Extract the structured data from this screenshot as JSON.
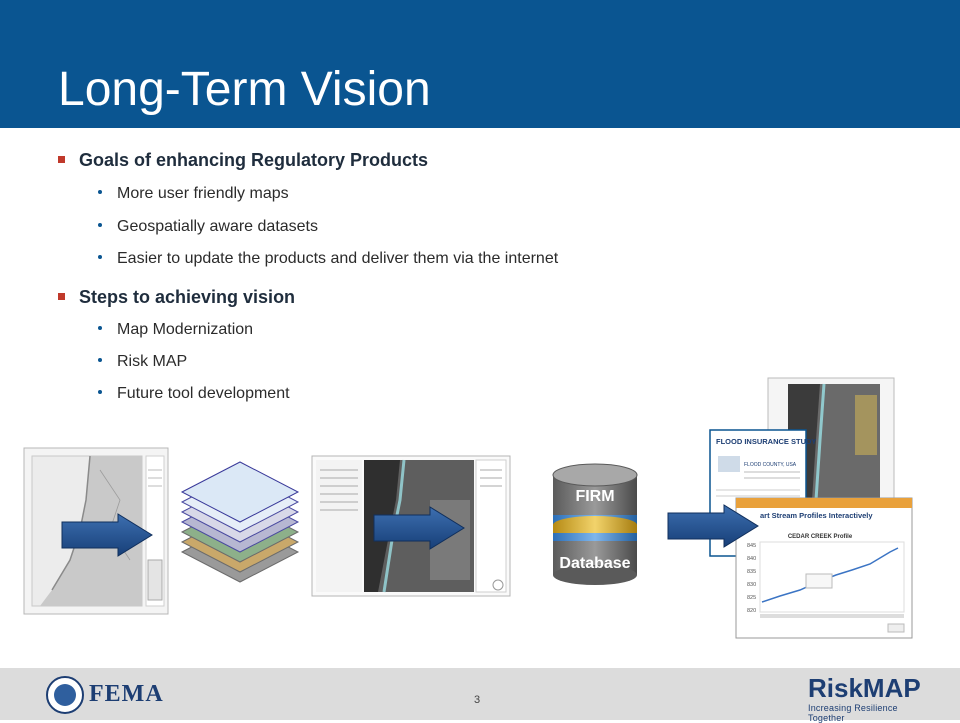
{
  "slide": {
    "title": "Long-Term Vision",
    "page_number": "3"
  },
  "bullets": [
    {
      "heading": "Goals of enhancing Regulatory Products",
      "items": [
        "More user friendly maps",
        "Geospatially aware datasets",
        "Easier to update the products and deliver them via the internet"
      ]
    },
    {
      "heading": "Steps to achieving vision",
      "items": [
        "Map Modernization",
        "Risk MAP",
        "Future tool development"
      ]
    }
  ],
  "diagram": {
    "database_top_label": "FIRM",
    "database_bottom_label": "Database",
    "fis_title": "FLOOD INSURANCE STUDY",
    "fis_county": "FLOOD COUNTY, USA",
    "profile_window_title": "art Stream Profiles Interactively",
    "profile_chart_title": "CEDAR CREEK Profile",
    "profile_y_ticks": [
      "845",
      "840",
      "835",
      "830",
      "825",
      "820"
    ]
  },
  "footer": {
    "fema_label": "FEMA",
    "riskmap_label": "RiskMAP",
    "riskmap_tagline": "Increasing Resilience Together"
  },
  "colors": {
    "header_blue": "#0a5591",
    "bullet_red": "#c0392b",
    "arrow_blue": "#1f4e8a",
    "footer_gray": "#dcdcdc"
  }
}
